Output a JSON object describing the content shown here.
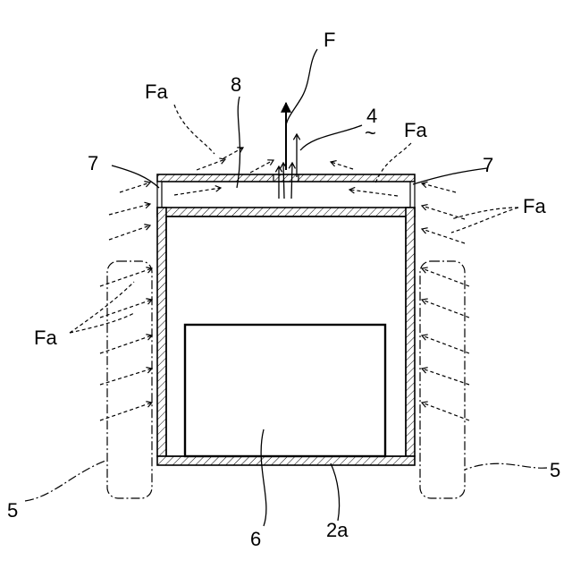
{
  "labels": {
    "F": "F",
    "Fa_top_left": "Fa",
    "Fa_top_right": "Fa",
    "Fa_right": "Fa",
    "Fa_left": "Fa",
    "n8": "8",
    "n4": "4",
    "n4_mark": "~",
    "n7_left": "7",
    "n7_right": "7",
    "n5_left": "5",
    "n5_right": "5",
    "n6": "6",
    "n2a": "2a"
  }
}
